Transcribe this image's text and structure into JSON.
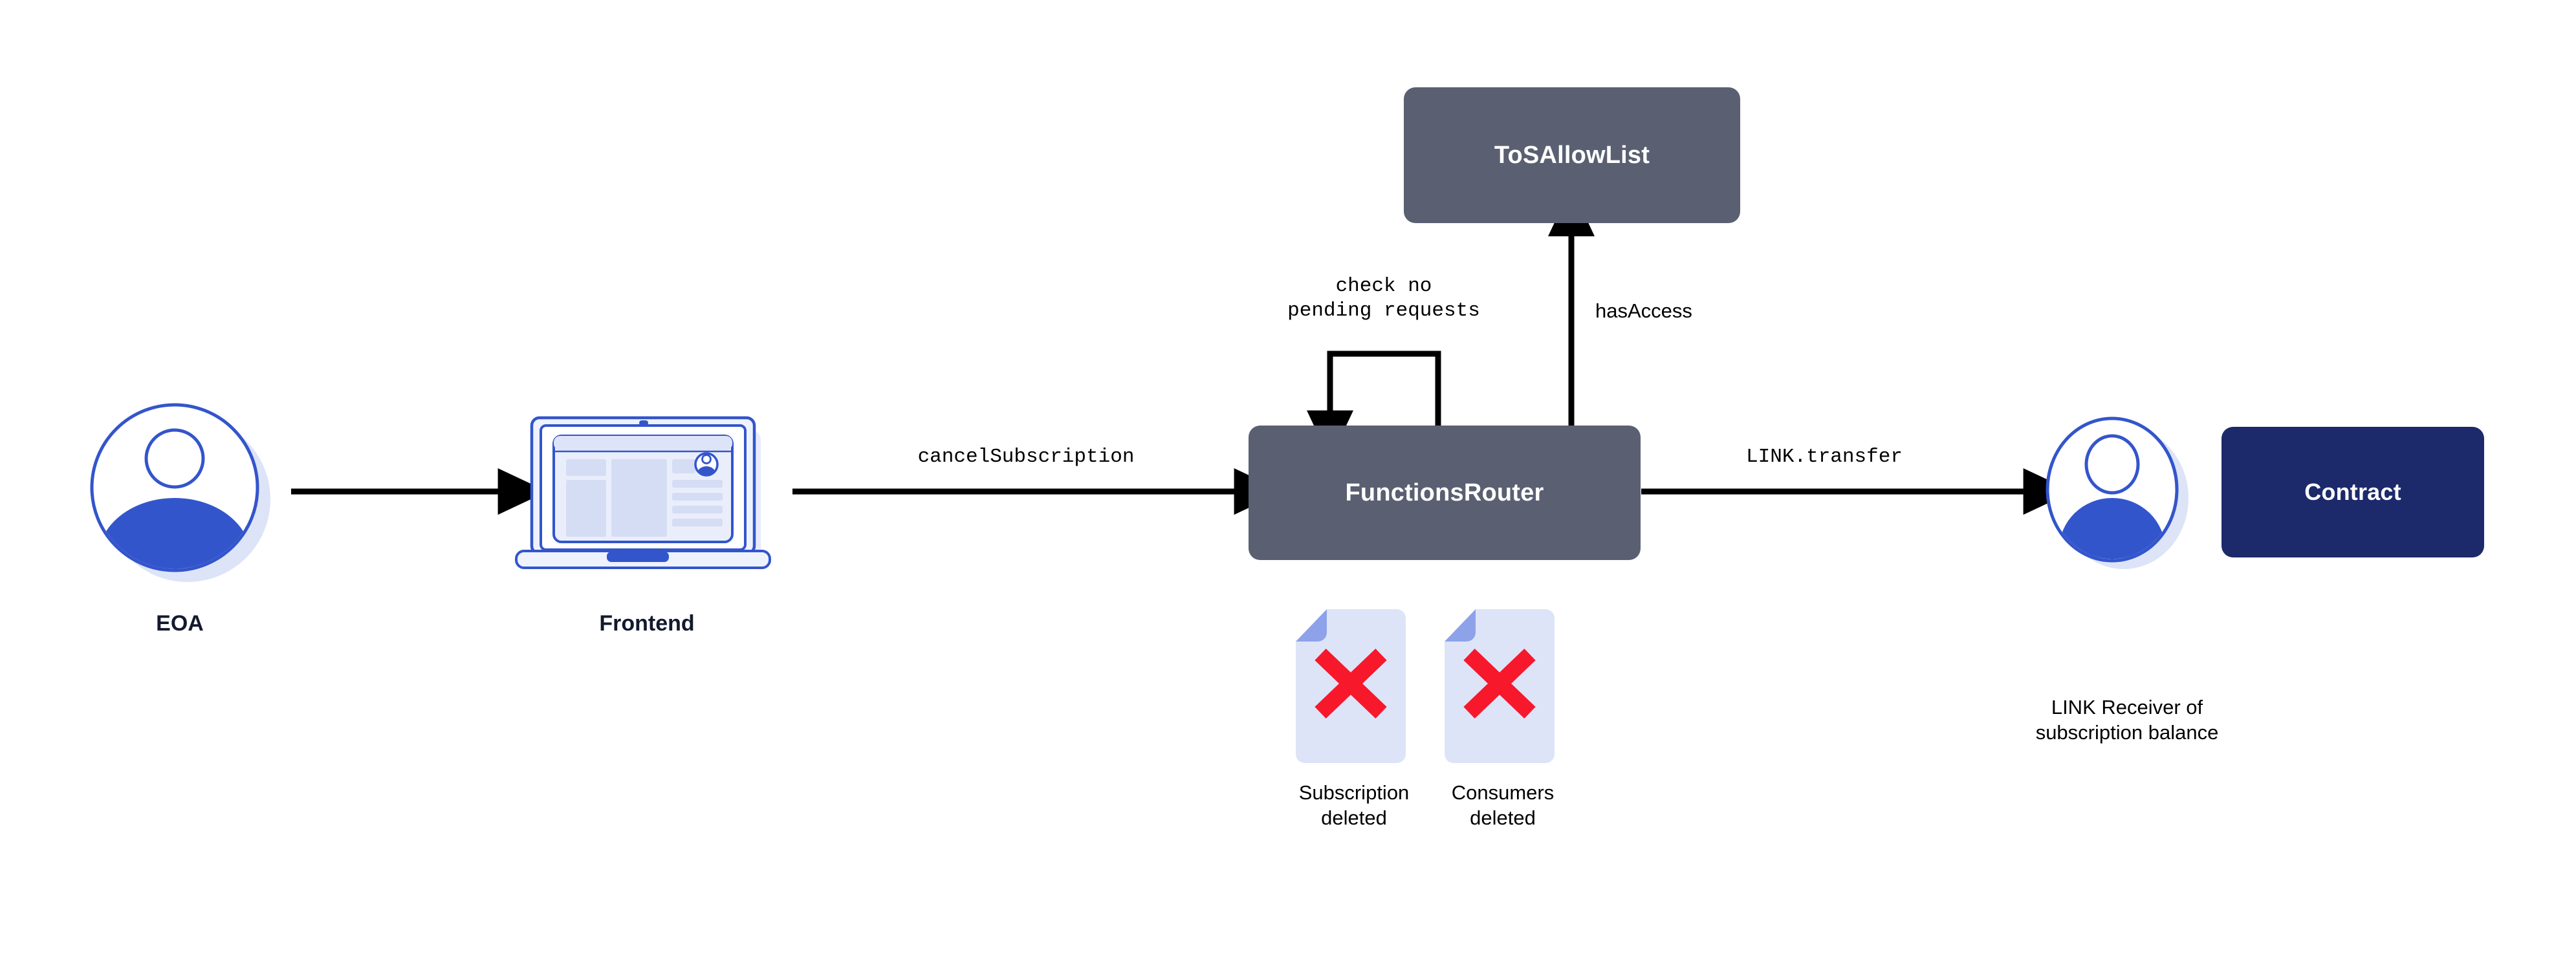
{
  "diagram": {
    "title": "Chainlink Functions cancelSubscription flow",
    "background": "#ffffff",
    "colors": {
      "slate_box": "#5a6071",
      "navy_box": "#1c2a6b",
      "accent_blue": "#3355cc",
      "light_blue": "#dde4f8",
      "mid_blue": "#8da2e8",
      "red_x": "#f7182b",
      "arrow": "#000000",
      "caption_dark": "#131a2e"
    }
  },
  "nodes": [
    {
      "id": "eoa",
      "type": "avatar",
      "caption": "EOA",
      "caption_style": "bold-navy"
    },
    {
      "id": "frontend",
      "type": "laptop",
      "caption": "Frontend",
      "caption_style": "bold-navy"
    },
    {
      "id": "functions-router",
      "type": "box",
      "label": "FunctionsRouter",
      "fill": "#5a6071",
      "text_color": "#ffffff"
    },
    {
      "id": "tos-allow-list",
      "type": "box",
      "label": "ToSAllowList",
      "fill": "#5a6071",
      "text_color": "#ffffff"
    },
    {
      "id": "link-receiver",
      "type": "avatar",
      "caption": "LINK Receiver of\nsubscription balance",
      "caption_style": "plain"
    },
    {
      "id": "contract",
      "type": "box",
      "label": "Contract",
      "fill": "#1c2a6b",
      "text_color": "#ffffff"
    }
  ],
  "edges": [
    {
      "id": "eoa-to-frontend",
      "from": "eoa",
      "to": "frontend",
      "label": "",
      "direction": "right"
    },
    {
      "id": "frontend-to-router",
      "from": "frontend",
      "to": "functions-router",
      "label": "cancelSubscription",
      "label_font": "mono",
      "direction": "right"
    },
    {
      "id": "router-self-loop",
      "from": "functions-router",
      "to": "functions-router",
      "label": "check no\npending requests",
      "label_font": "mono",
      "direction": "self-loop"
    },
    {
      "id": "router-to-tos",
      "from": "functions-router",
      "to": "tos-allow-list",
      "label": "hasAccess",
      "label_font": "sans",
      "direction": "up"
    },
    {
      "id": "router-to-receiver",
      "from": "functions-router",
      "to": "link-receiver",
      "label": "LINK.transfer",
      "label_font": "mono",
      "direction": "right"
    }
  ],
  "artifacts": [
    {
      "id": "subscription-deleted",
      "icon": "document-deleted-icon",
      "caption": "Subscription\ndeleted"
    },
    {
      "id": "consumers-deleted",
      "icon": "document-deleted-icon",
      "caption": "Consumers\ndeleted"
    }
  ],
  "labels": {
    "eoa_caption": "EOA",
    "frontend_caption": "Frontend",
    "functions_router": "FunctionsRouter",
    "tos_allow_list": "ToSAllowList",
    "contract": "Contract",
    "link_receiver_caption": "LINK Receiver of\nsubscription balance",
    "cancel_subscription": "cancelSubscription",
    "link_transfer": "LINK.transfer",
    "has_access": "hasAccess",
    "check_no_pending": "check no\npending requests",
    "subscription_deleted": "Subscription\ndeleted",
    "consumers_deleted": "Consumers\ndeleted"
  }
}
